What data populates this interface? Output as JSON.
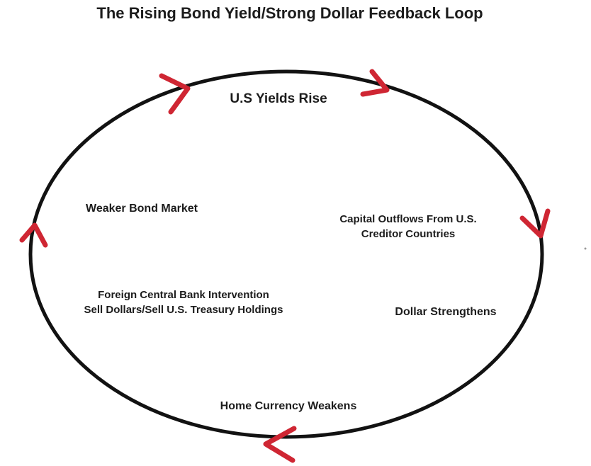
{
  "title": "The Rising Bond Yield/Strong Dollar Feedback Loop",
  "colors": {
    "ellipse": "#121212",
    "arrow": "#cf2633",
    "text": "#1c1c1c"
  },
  "nodes": {
    "us_yields_rise": "U.S Yields Rise",
    "weaker_bond_market": "Weaker Bond Market",
    "capital_outflows": {
      "line1": "Capital Outflows From U.S.",
      "line2": "Creditor Countries"
    },
    "foreign_intervention": {
      "line1": "Foreign Central Bank Intervention",
      "line2": "Sell Dollars/Sell U.S. Treasury Holdings"
    },
    "dollar_strengthens": "Dollar Strengthens",
    "home_currency_weakens": "Home Currency Weakens"
  },
  "icons": {
    "top_left_arrow": "chevron-right",
    "top_right_arrow": "chevron-right",
    "right_arrow": "chevron-down",
    "bottom_arrow": "chevron-left",
    "left_arrow": "chevron-up"
  }
}
